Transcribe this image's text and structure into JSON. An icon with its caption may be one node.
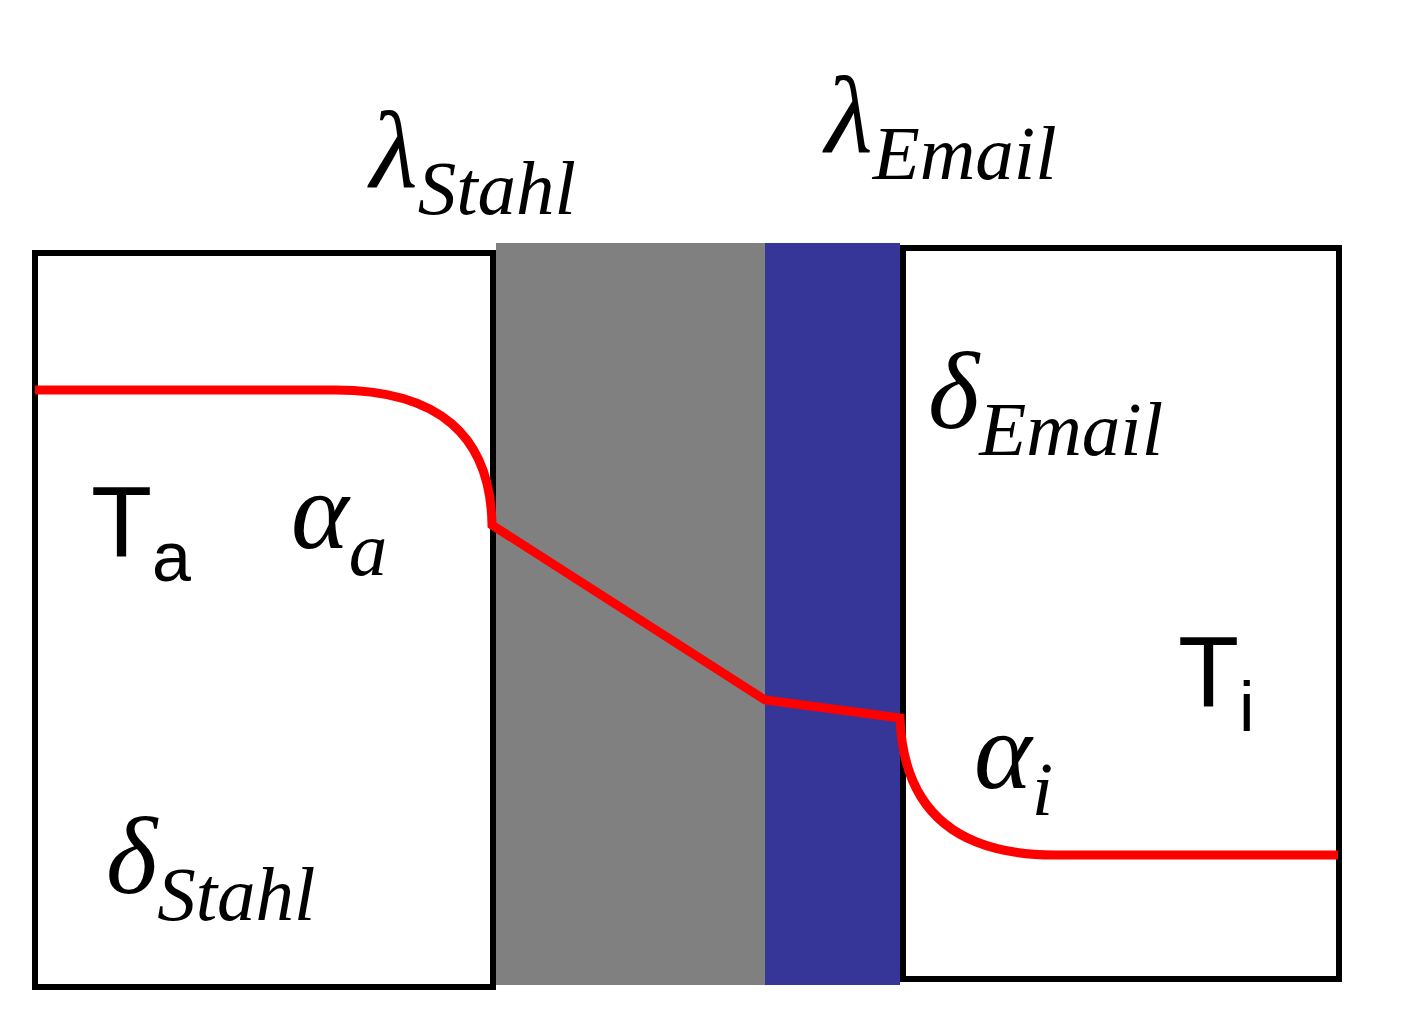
{
  "diagram": {
    "nodes": [
      {
        "text": [
          "T$_{a}$",
          "α$_{a}$",
          "δ$_{Stahl}$"
        ]
      },
      {
        "text": [
          "δ$_{Email}$",
          "α$_{i}$",
          "T$_{i}$"
        ]
      }
    ],
    "labels": [
      "λ$_{Stahl}$",
      "λ$_{Email}$"
    ]
  }
}
